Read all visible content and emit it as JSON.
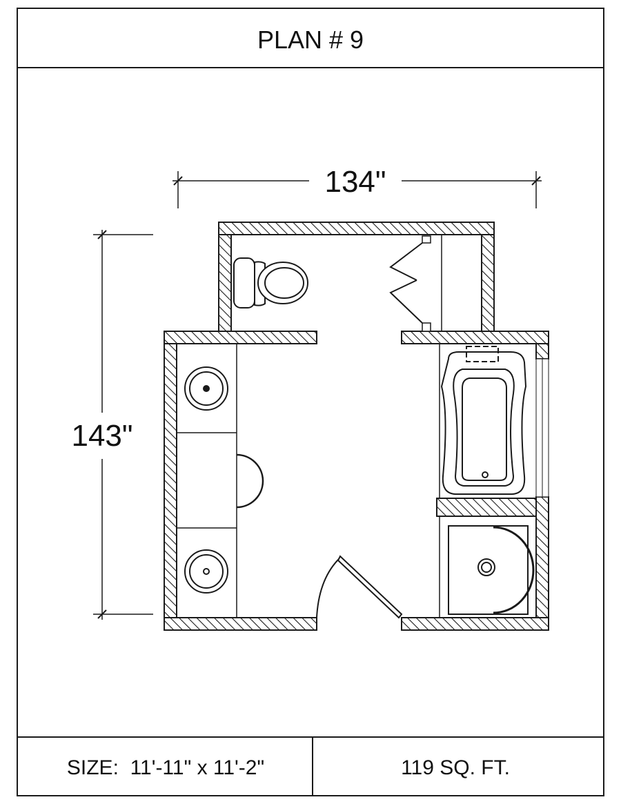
{
  "title": "PLAN # 9",
  "dimensions": {
    "width_label": "134\"",
    "height_label": "143\""
  },
  "footer": {
    "size": "SIZE:  11'-11\" x 11'-2\"",
    "area": "119 SQ. FT."
  },
  "colors": {
    "line": "#1a1a1a",
    "background": "#ffffff"
  }
}
